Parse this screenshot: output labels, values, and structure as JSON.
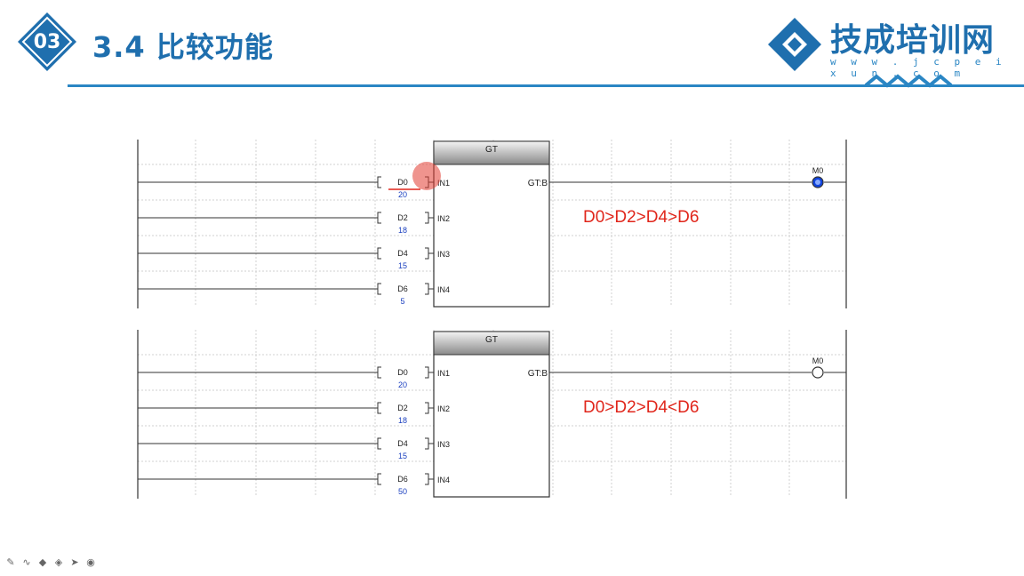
{
  "header": {
    "section_number": "03",
    "title": "3.4 比较功能"
  },
  "logo": {
    "name": "技成培训网",
    "url": "w w w . j c p e i x u n . c o m"
  },
  "diagrams": [
    {
      "block_title": "GT",
      "output_pin": "GT:B",
      "coil_label": "M0",
      "coil_state": "on",
      "expression": "D0>D2>D4>D6",
      "inputs": [
        {
          "pin": "IN1",
          "register": "D0",
          "value": "20"
        },
        {
          "pin": "IN2",
          "register": "D2",
          "value": "18"
        },
        {
          "pin": "IN3",
          "register": "D4",
          "value": "15"
        },
        {
          "pin": "IN4",
          "register": "D6",
          "value": "5"
        }
      ]
    },
    {
      "block_title": "GT",
      "output_pin": "GT:B",
      "coil_label": "M0",
      "coil_state": "off",
      "expression": "D0>D2>D4<D6",
      "inputs": [
        {
          "pin": "IN1",
          "register": "D0",
          "value": "20"
        },
        {
          "pin": "IN2",
          "register": "D2",
          "value": "18"
        },
        {
          "pin": "IN3",
          "register": "D4",
          "value": "15"
        },
        {
          "pin": "IN4",
          "register": "D6",
          "value": "50"
        }
      ]
    }
  ],
  "colors": {
    "brand_blue": "#1f6fae",
    "accent_blue": "#2a86c4",
    "expression_red": "#e0261b",
    "value_blue": "#1a3fbf",
    "coil_on": "#1144dd"
  },
  "toolbar_icons": [
    "pen-icon",
    "ink-icon",
    "highlighter-icon",
    "eraser-icon",
    "pointer-icon",
    "laser-icon"
  ]
}
